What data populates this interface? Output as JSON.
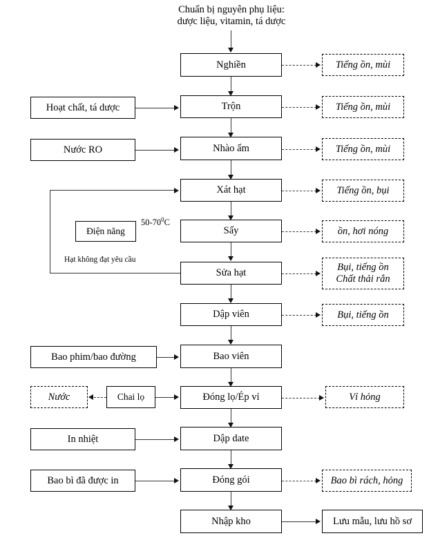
{
  "diagram": {
    "title_lines": [
      "Chuẩn bị nguyên phụ liệu:",
      "dược liệu, vitamin, tá dược"
    ],
    "process_steps": [
      {
        "id": "nghien",
        "label": "Nghiền"
      },
      {
        "id": "tron",
        "label": "Trộn"
      },
      {
        "id": "nhaoam",
        "label": "Nhào ẩm"
      },
      {
        "id": "xathat",
        "label": "Xát hạt"
      },
      {
        "id": "say",
        "label": "Sấy"
      },
      {
        "id": "suahat",
        "label": "Sửa hạt"
      },
      {
        "id": "dapvien",
        "label": "Dập viên"
      },
      {
        "id": "baovien",
        "label": "Bao viên"
      },
      {
        "id": "donglo",
        "label": "Đóng lọ/Ép vỉ"
      },
      {
        "id": "dapdate",
        "label": "Dập date"
      },
      {
        "id": "donggoi",
        "label": "Đóng gói"
      },
      {
        "id": "nhapkho",
        "label": "Nhập kho"
      }
    ],
    "inputs": [
      {
        "id": "hoatchat",
        "label": "Hoạt chất, tá dược"
      },
      {
        "id": "nuocro",
        "label": "Nước RO"
      },
      {
        "id": "diennang",
        "label": "Điện năng"
      },
      {
        "id": "baophim",
        "label": "Bao phim/bao đường"
      },
      {
        "id": "chailo",
        "label": "Chai lọ"
      },
      {
        "id": "innhiet",
        "label": "In nhiệt"
      },
      {
        "id": "baobi",
        "label": "Bao bì đã được in"
      }
    ],
    "waste_outputs": [
      {
        "id": "w-nghien",
        "lines": [
          "Tiếng ồn, mùi"
        ]
      },
      {
        "id": "w-tron",
        "lines": [
          "Tiếng ồn, mùi"
        ]
      },
      {
        "id": "w-nhaoam",
        "lines": [
          "Tiếng ồn, mùi"
        ]
      },
      {
        "id": "w-xathat",
        "lines": [
          "Tiếng ồn, bụi"
        ]
      },
      {
        "id": "w-say",
        "lines": [
          "ồn, hơi nóng"
        ]
      },
      {
        "id": "w-suahat",
        "lines": [
          "Bụi, tiếng ồn",
          "Chất thải rắn"
        ]
      },
      {
        "id": "w-dapvien",
        "lines": [
          "Bụi, tiếng ồn"
        ]
      },
      {
        "id": "w-donglo",
        "lines": [
          "Vỉ hỏng"
        ]
      },
      {
        "id": "w-donggoi",
        "lines": [
          "Bao bì rách, hỏng"
        ]
      },
      {
        "id": "w-nuoc",
        "lines": [
          "Nước"
        ]
      }
    ],
    "final_output": {
      "id": "luumau",
      "label": "Lưu mẫu, lưu hồ sơ"
    },
    "annotations": {
      "temperature": "50-70",
      "temperature_unit": "0",
      "temperature_suffix": "C",
      "recycle_label": "Hạt không đạt yêu cầu"
    },
    "colors": {
      "line": "#333333",
      "border": "#000000",
      "background": "#ffffff",
      "text": "#000000"
    }
  }
}
